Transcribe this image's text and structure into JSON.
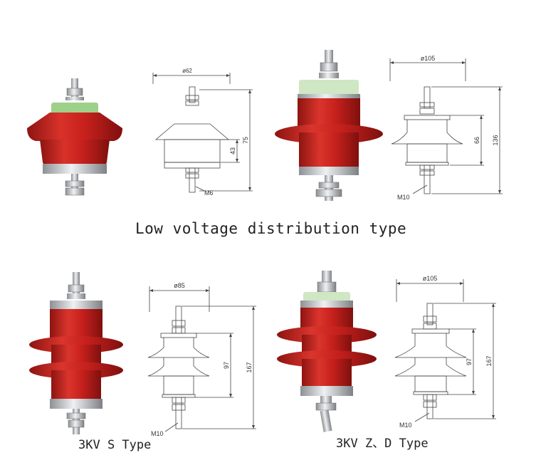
{
  "captions": {
    "main": "Low voltage distribution type",
    "s_type": "3KV S Type",
    "zd_type": "3KV Z、D Type"
  },
  "drawings": {
    "d1": {
      "diameter": "ø62",
      "height_inner": "43",
      "height_total": "75",
      "thread": "M6"
    },
    "d2": {
      "diameter": "ø105",
      "height_inner": "66",
      "height_total": "136",
      "thread": "M10"
    },
    "d3": {
      "diameter": "ø85",
      "height_inner": "97",
      "height_total": "167",
      "thread": "M10"
    },
    "d4": {
      "diameter": "ø105",
      "height_inner": "97",
      "height_total": "167",
      "thread": "M10"
    }
  },
  "colors": {
    "insulator_red": "#c8211d",
    "metal": "#c9ccd0",
    "line": "#444444"
  }
}
